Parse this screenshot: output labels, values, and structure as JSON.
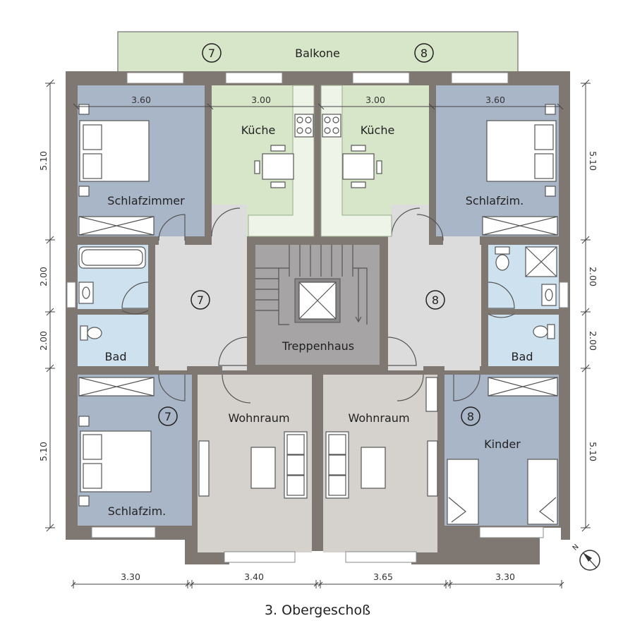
{
  "title": "3. Obergeschoß",
  "rooms": {
    "balcony": "Balkone",
    "kitchen_left": "Küche",
    "kitchen_right": "Küche",
    "bedroom_top_left": "Schlafzimmer",
    "bedroom_top_right": "Schlafzim.",
    "bath_left": "Bad",
    "bath_right": "Bad",
    "stairwell": "Treppenhaus",
    "living_left": "Wohnraum",
    "living_right": "Wohnraum",
    "bedroom_bottom_left": "Schlafzim.",
    "kids_room": "Kinder"
  },
  "apartment_numbers": {
    "balcony_left": "7",
    "balcony_right": "8",
    "hall_left": "7",
    "hall_right": "8",
    "bedroom_bottom_left": "7",
    "kids_room": "8"
  },
  "dimensions": {
    "top": [
      "3.60",
      "3.00",
      "3.00",
      "3.60"
    ],
    "bottom": [
      "3.30",
      "3.40",
      "3.65",
      "3.30"
    ],
    "left": [
      "5.10",
      "2.00",
      "2.00",
      "5.10"
    ],
    "right": [
      "5.10",
      "2.00",
      "2.00",
      "5.10"
    ]
  },
  "compass": {
    "label": "N"
  },
  "colors": {
    "wall": "#7f7772",
    "bedroom": "#a9b6c8",
    "kitchen": "#d7e6c8",
    "bath": "#cde1ee",
    "hall": "#dcdcdc",
    "stair": "#a6a4a4",
    "living": "#d5d1cc",
    "balcony": "#d7e6c8"
  }
}
